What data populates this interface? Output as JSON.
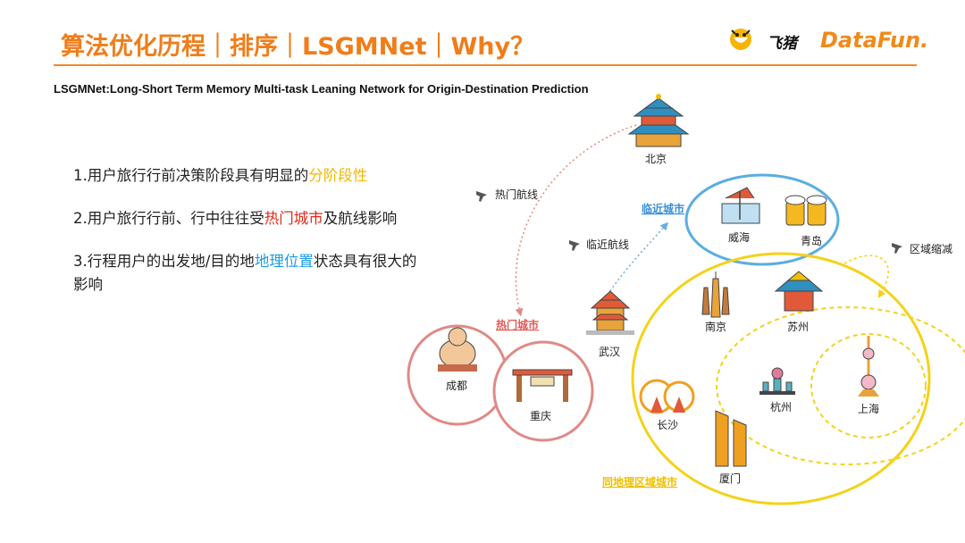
{
  "header": {
    "title": "算法优化历程｜排序｜LSGMNet｜Why？",
    "subtitle": "LSGMNet:Long-Short Term Memory Multi-task Leaning Network for Origin-Destination Prediction"
  },
  "logos": {
    "feizhu": "飞猪",
    "datafun": "DataFun."
  },
  "points": [
    {
      "pre": "1.用户旅行行前决策阶段具有明显的",
      "hl": "分阶段性",
      "post": ""
    },
    {
      "pre": "2.用户旅行行前、行中往往受",
      "hl": "热门城市",
      "post": "及航线影响"
    },
    {
      "pre": "3.行程用户的出发地/目的地",
      "hl": "地理位置",
      "post": "状态具有很大的影响"
    }
  ],
  "diagram": {
    "cities": {
      "beijing": "北京",
      "weihai": "威海",
      "qingdao": "青岛",
      "wuhan": "武汉",
      "chengdu": "成都",
      "chongqing": "重庆",
      "nanjing": "南京",
      "suzhou": "苏州",
      "hangzhou": "杭州",
      "shanghai": "上海",
      "changsha": "长沙",
      "xiamen": "厦门"
    },
    "routes": {
      "hot_route": "热门航线",
      "near_route": "临近航线",
      "region_shrink": "区域缩减"
    },
    "groups": {
      "near_cities": "临近城市",
      "hot_cities": "热门城市",
      "same_region": "同地理区域城市"
    },
    "colors": {
      "accent_orange": "#f07d1a",
      "near_blue": "#5aaee0",
      "hot_pink": "#e08a86",
      "region_yellow": "#f5d21a"
    }
  }
}
